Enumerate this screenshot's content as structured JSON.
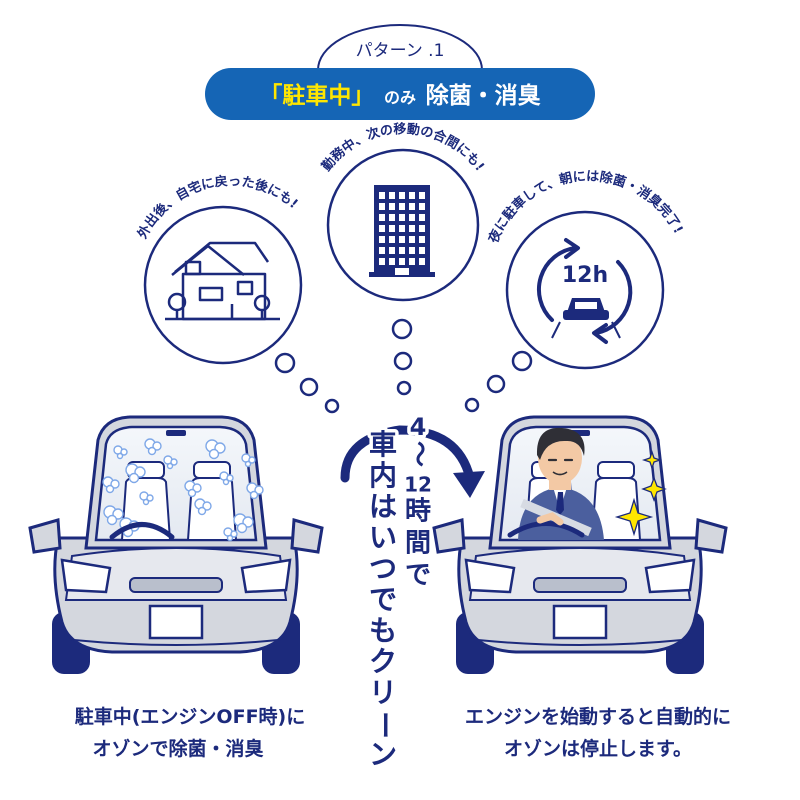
{
  "header": {
    "pattern_label": "パターン .1",
    "title_highlight": "「駐車中」",
    "title_rest_small": "のみ",
    "title_rest": "除菌・消臭"
  },
  "bubbles": {
    "left": "外出後、自宅に戻った後にも!",
    "center": "勤務中、次の移動の合間にも!",
    "right": "夜に駐車して、朝には除菌・消臭完了!",
    "clock_label": "12h"
  },
  "middle": {
    "line1": "4〜12時間で",
    "line2": "車内はいつでもクリーン"
  },
  "captions": {
    "left_line1": "駐車中(エンジンOFF時)に",
    "left_line2": "オゾンで除菌・消臭",
    "right_line1": "エンジンを始動すると自動的に",
    "right_line2": "オゾンは停止します。"
  },
  "colors": {
    "navy": "#1c2a7c",
    "blue": "#1565b5",
    "yellow": "#ffe600",
    "car_gray": "#d4d7de"
  }
}
